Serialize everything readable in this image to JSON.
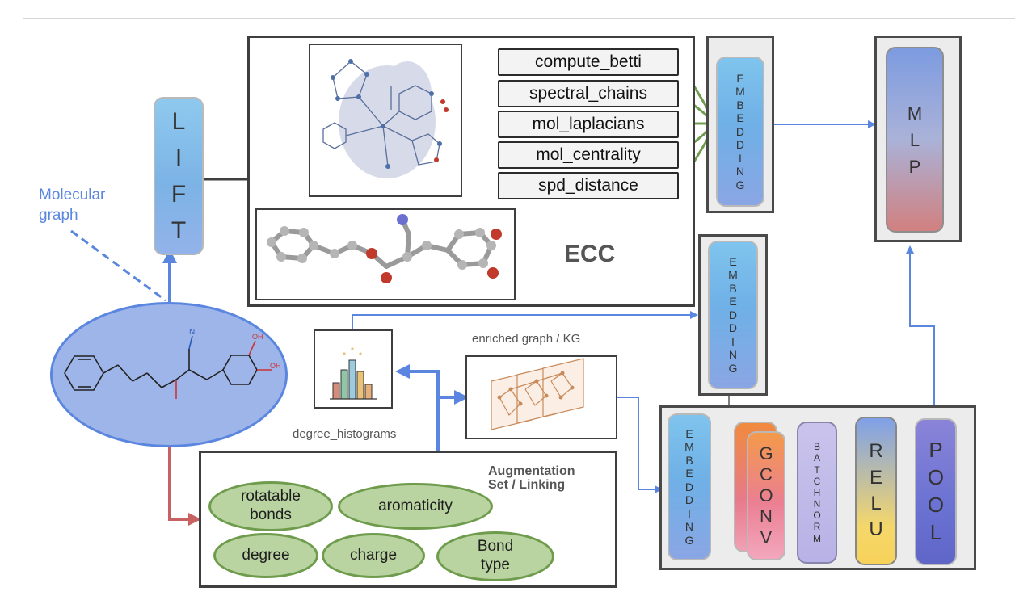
{
  "labels": {
    "molecular_graph": "Molecular\ngraph",
    "lift": "L\nI\nF\nT",
    "ecc": "ECC",
    "embedding": "E\nM\nB\nE\nD\nD\nI\nN\nG",
    "mlp": "M\nL\nP",
    "degree_histograms": "degree_histograms",
    "enriched_graph": "enriched graph / KG",
    "augmentation": "Augmentation\nSet / Linking",
    "gconv": "G\nC\nO\nN\nV",
    "batchnorm": "B\nA\nT\nC\nH\nN\nO\nR\nM",
    "relu": "R\nE\nL\nU",
    "pool": "P\nO\nO\nL"
  },
  "features": [
    "compute_betti",
    "spectral_chains",
    "mol_laplacians",
    "mol_centrality",
    "spd_distance"
  ],
  "augmentations": [
    "rotatable\nbonds",
    "aromaticity",
    "degree",
    "charge",
    "Bond\ntype"
  ],
  "molecule_atom_labels": {
    "hydroxyl_1": "OH",
    "hydroxyl_2": "OH",
    "nitrile": "N"
  },
  "colors": {
    "blue_arrow": "#5a86df",
    "green_arrow": "#6f9c4c",
    "red_arrow": "#c86262",
    "box_border": "#3f3f3f"
  }
}
